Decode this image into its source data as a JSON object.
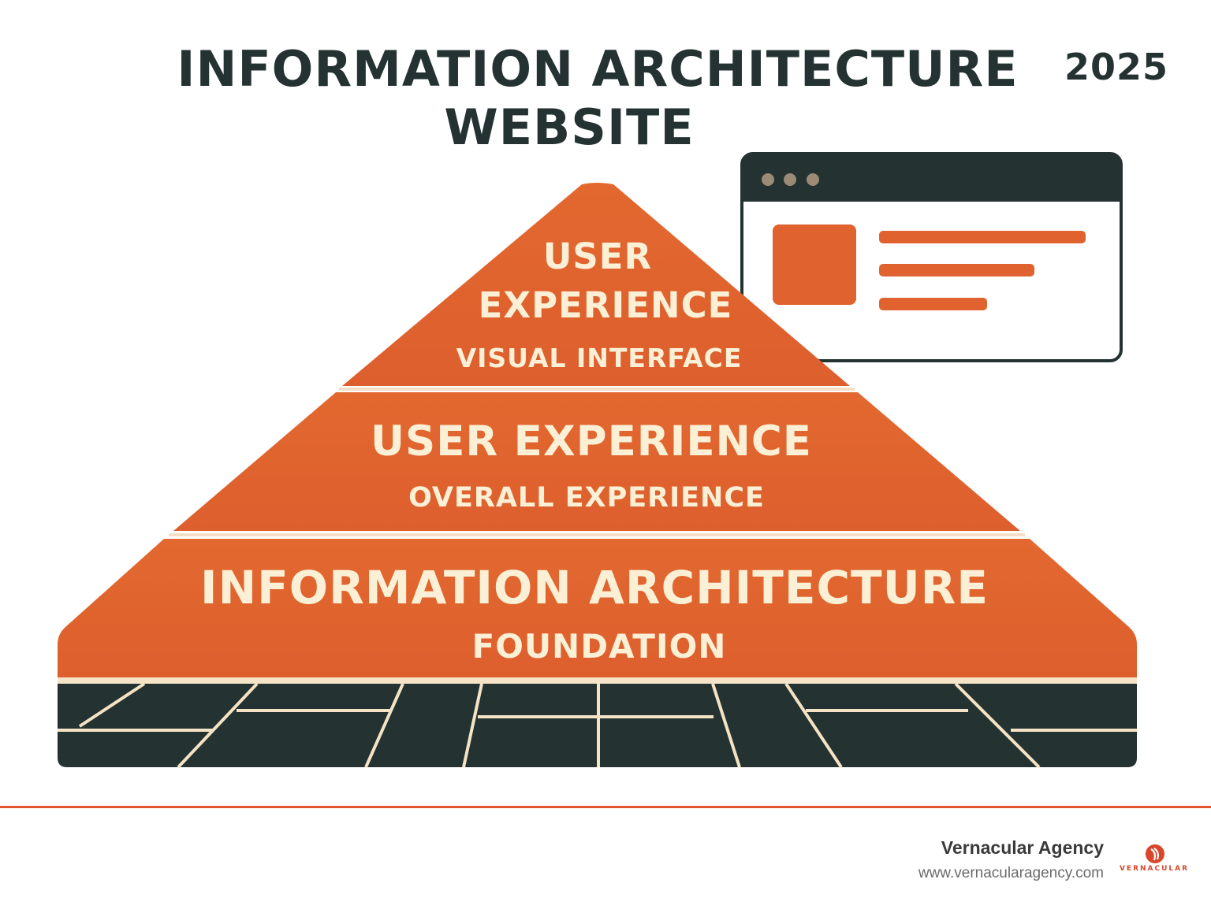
{
  "title": {
    "line1": "INFORMATION ARCHITECTURE",
    "line2": "WEBSITE",
    "year": "2025"
  },
  "pyramid": {
    "tiers": [
      {
        "heading_line1": "USER",
        "heading_line2": "EXPERIENCE",
        "subtitle": "VISUAL INTERFACE"
      },
      {
        "heading": "USER EXPERIENCE",
        "subtitle": "OVERALL EXPERIENCE"
      },
      {
        "heading": "INFORMATION ARCHITECTURE",
        "subtitle": "FOUNDATION"
      }
    ]
  },
  "footer": {
    "agency_name": "Vernacular Agency",
    "agency_url": "www.vernacularagency.com",
    "logo_text": "VERNACULAR"
  },
  "colors": {
    "accent": "#e0622f",
    "dark": "#243332",
    "cream": "#fbf0d6",
    "footer_line": "#e2552f"
  },
  "icons": {
    "browser": "browser-window-icon",
    "logo": "vernacular-logo-icon"
  }
}
